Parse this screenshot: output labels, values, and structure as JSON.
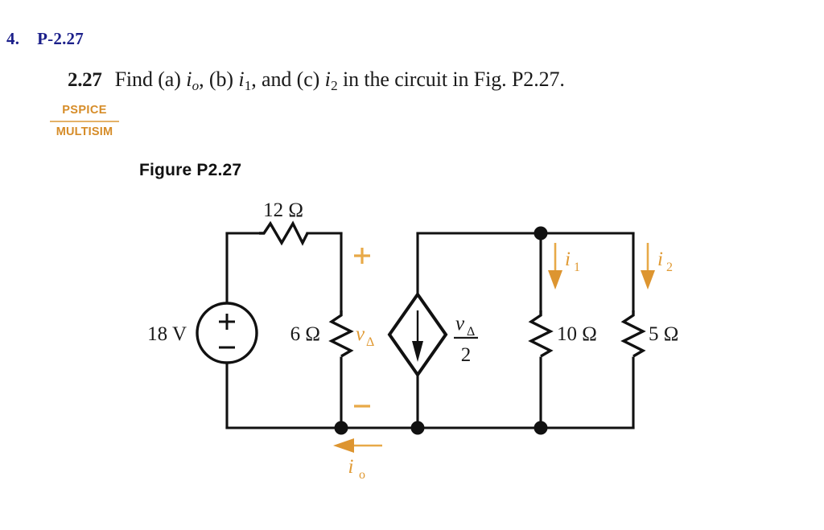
{
  "header": {
    "item_number": "4.",
    "item_ref": "P-2.27"
  },
  "problem": {
    "number": "2.27",
    "text_part1": "Find (a) ",
    "var_io": "i",
    "var_io_sub": "o",
    "text_part2": ", (b) ",
    "var_i1": "i",
    "var_i1_sub": "1",
    "text_part3": ", and (c) ",
    "var_i2": "i",
    "var_i2_sub": "2",
    "text_part4": " in the circuit in Fig. P2.27."
  },
  "badges": {
    "pspice": "PSPICE",
    "multisim": "MULTISIM"
  },
  "figure": {
    "caption": "Figure P2.27",
    "source_label": "18 V",
    "source_plus": "+",
    "source_minus": "−",
    "r12_label": "12 Ω",
    "r6_label": "6 Ω",
    "r10_label": "10 Ω",
    "r5_label": "5 Ω",
    "vdelta_symbol": "v",
    "vdelta_sub": "Δ",
    "vdelta_plus": "+",
    "vdelta_minus": "−",
    "dep_src_numerator": "v",
    "dep_src_numerator_sub": "Δ",
    "dep_src_denominator": "2",
    "current_i1": "i",
    "current_i1_sub": "1",
    "current_i2": "i",
    "current_i2_sub": "2",
    "current_io": "i",
    "current_io_sub": "o"
  },
  "colors": {
    "header_blue": "#1b1f8a",
    "accent_orange": "#e09a34",
    "badge_orange": "#d68c28",
    "wire_black": "#111111"
  },
  "chart_data": {
    "type": "diagram",
    "title": "Figure P2.27",
    "components": [
      {
        "name": "18 V source",
        "type": "independent-voltage-source",
        "value": "18 V"
      },
      {
        "name": "12 ohm",
        "type": "resistor",
        "value": "12 Ω"
      },
      {
        "name": "6 ohm",
        "type": "resistor",
        "value": "6 Ω"
      },
      {
        "name": "dependent current source",
        "type": "dependent-current-source",
        "value": "vΔ/2"
      },
      {
        "name": "10 ohm",
        "type": "resistor",
        "value": "10 Ω"
      },
      {
        "name": "5 ohm",
        "type": "resistor",
        "value": "5 Ω"
      }
    ],
    "labeled_currents": [
      "io",
      "i1",
      "i2"
    ],
    "labeled_voltages": [
      "vΔ"
    ]
  }
}
